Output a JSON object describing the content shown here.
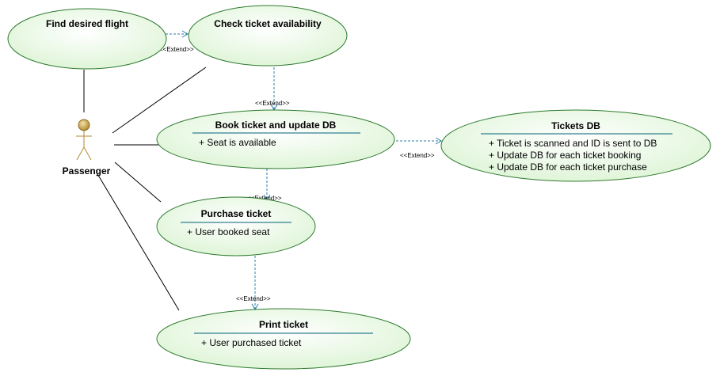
{
  "diagram": {
    "actor": {
      "name": "Passenger"
    },
    "use_cases": {
      "find_flight": {
        "title": "Find desired flight"
      },
      "check_availability": {
        "title": "Check ticket availability"
      },
      "book_ticket": {
        "title": "Book ticket and update DB",
        "attributes": [
          "+ Seat is available"
        ]
      },
      "purchase_ticket": {
        "title": "Purchase ticket",
        "attributes": [
          "+ User booked seat"
        ]
      },
      "print_ticket": {
        "title": "Print ticket",
        "attributes": [
          "+ User purchased ticket"
        ]
      },
      "tickets_db": {
        "title": "Tickets DB",
        "attributes": [
          "+ Ticket is scanned and ID is sent to DB",
          "+ Update DB for each ticket booking",
          "+ Update DB for each ticket purchase"
        ]
      }
    },
    "relations": {
      "find_to_check": "<<Extend>>",
      "check_to_book": "<<Extend>>",
      "book_to_db": "<<Extend>>",
      "book_to_purchase": "<<Extend>>",
      "purchase_to_print": "<<Extend>>"
    },
    "colors": {
      "use_case_fill": "#e6f9e1",
      "use_case_stroke": "#2f7a2f",
      "separator": "#00607a",
      "dependency": "#2b7fa8",
      "association": "#000000",
      "actor_head": "#c8a040",
      "actor_body": "#b08a30"
    }
  }
}
